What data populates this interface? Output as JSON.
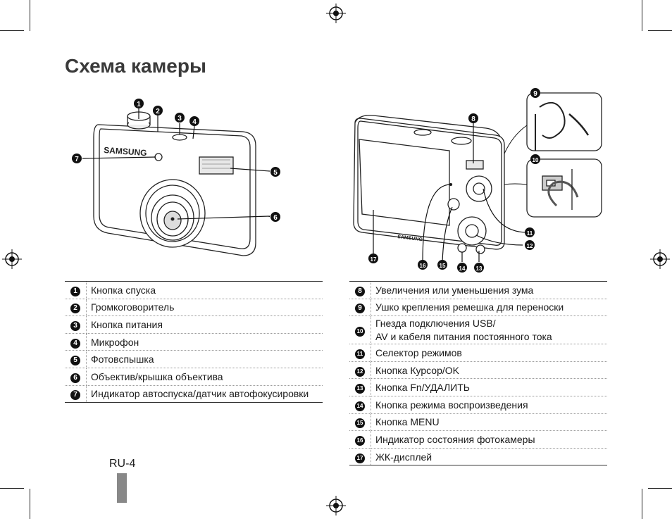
{
  "page_title": "Схема камеры",
  "camera_brand": "SAMSUNG",
  "callout_numbers": [
    "1",
    "2",
    "3",
    "4",
    "5",
    "6",
    "7",
    "8",
    "9",
    "10",
    "11",
    "12",
    "13",
    "14",
    "15",
    "16",
    "17"
  ],
  "front_items": [
    {
      "num": "1",
      "label": "Кнопка спуска"
    },
    {
      "num": "2",
      "label": "Громкоговоритель"
    },
    {
      "num": "3",
      "label": "Кнопка питания"
    },
    {
      "num": "4",
      "label": "Микрофон"
    },
    {
      "num": "5",
      "label": "Фотовспышка"
    },
    {
      "num": "6",
      "label": "Объектив/крышка объектива"
    },
    {
      "num": "7",
      "label": "Индикатор автоспуска/датчик автофокусировки"
    }
  ],
  "back_items": [
    {
      "num": "8",
      "label": "Увеличения или уменьшения зума"
    },
    {
      "num": "9",
      "label": "Ушко крепления ремешка для переноски"
    },
    {
      "num": "10",
      "label": "Гнезда подключения USB/",
      "label2": "AV и кабеля питания постоянного тока"
    },
    {
      "num": "11",
      "label": "Селектор режимов"
    },
    {
      "num": "12",
      "label": "Кнопка Курсор/OK"
    },
    {
      "num": "13",
      "label": "Кнопка Fn/УДАЛИТЬ"
    },
    {
      "num": "14",
      "label": "Кнопка режима воспроизведения"
    },
    {
      "num": "15",
      "label": "Кнопка MENU"
    },
    {
      "num": "16",
      "label": "Индикатор состояния фотокамеры"
    },
    {
      "num": "17",
      "label": "ЖК-дисплей"
    }
  ],
  "page_label": "RU-4"
}
